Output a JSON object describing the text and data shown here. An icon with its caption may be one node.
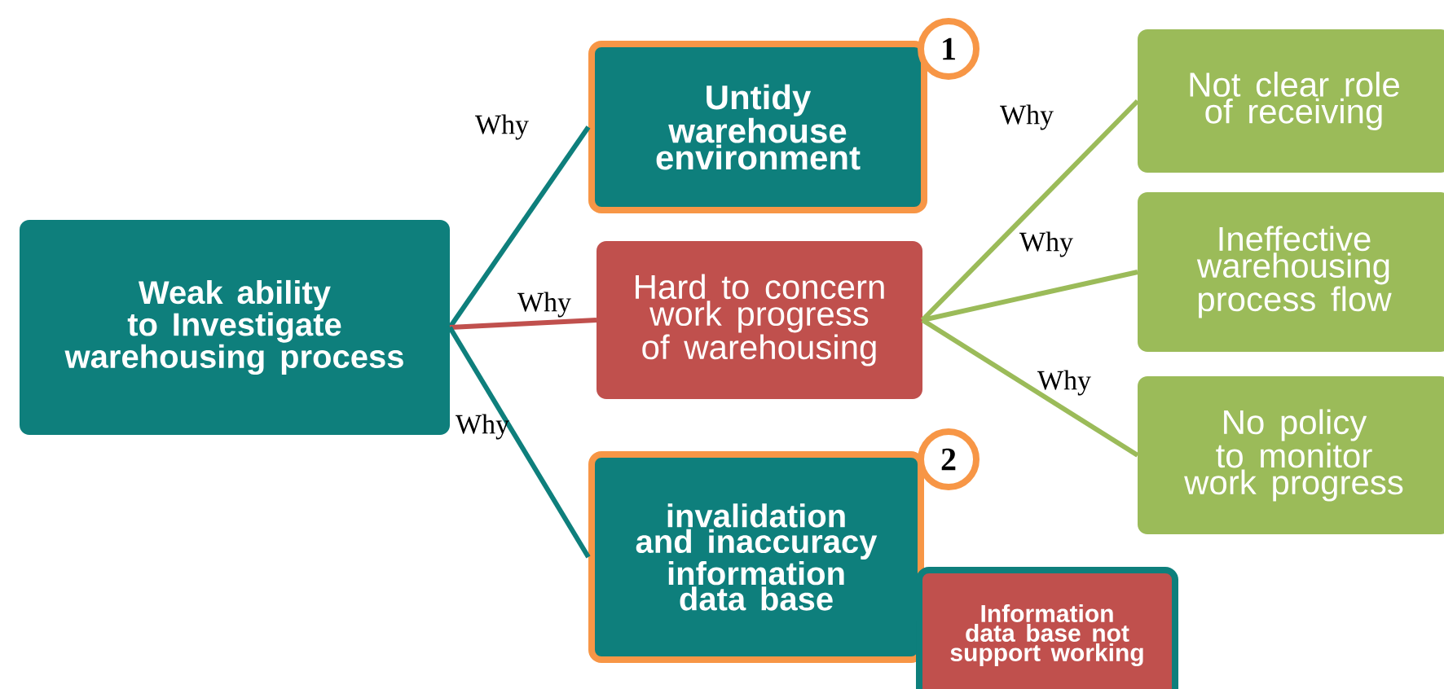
{
  "diagram": {
    "nodes": [
      {
        "text": [
          "Weak ability to Investigate warehousing process"
        ]
      },
      {
        "text": [
          "Untidy warehouse environment"
        ]
      },
      {
        "text": [
          "1"
        ]
      },
      {
        "text": [
          "Hard to concern work progress of warehousing"
        ]
      },
      {
        "text": [
          "invalidation and inaccuracy information data base"
        ]
      },
      {
        "text": [
          "2"
        ]
      },
      {
        "text": [
          "Information data base not support working"
        ]
      },
      {
        "text": [
          "Not clear role of receiving"
        ]
      },
      {
        "text": [
          "Ineffective warehousing process flow"
        ]
      },
      {
        "text": [
          "No policy to monitor work progress"
        ]
      }
    ],
    "edges": [
      {
        "from": 0,
        "to": 1,
        "arrow": "none",
        "label": "Why",
        "color": "#0e7f7c"
      },
      {
        "from": 0,
        "to": 3,
        "arrow": "none",
        "label": "Why",
        "color": "#c0504d"
      },
      {
        "from": 0,
        "to": 4,
        "arrow": "none",
        "label": "Why",
        "color": "#0e7f7c"
      },
      {
        "from": 3,
        "to": 7,
        "arrow": "none",
        "label": "Why",
        "color": "#9bbb59"
      },
      {
        "from": 3,
        "to": 8,
        "arrow": "none",
        "label": "Why",
        "color": "#9bbb59"
      },
      {
        "from": 3,
        "to": 9,
        "arrow": "none",
        "label": "Why",
        "color": "#9bbb59"
      }
    ]
  }
}
